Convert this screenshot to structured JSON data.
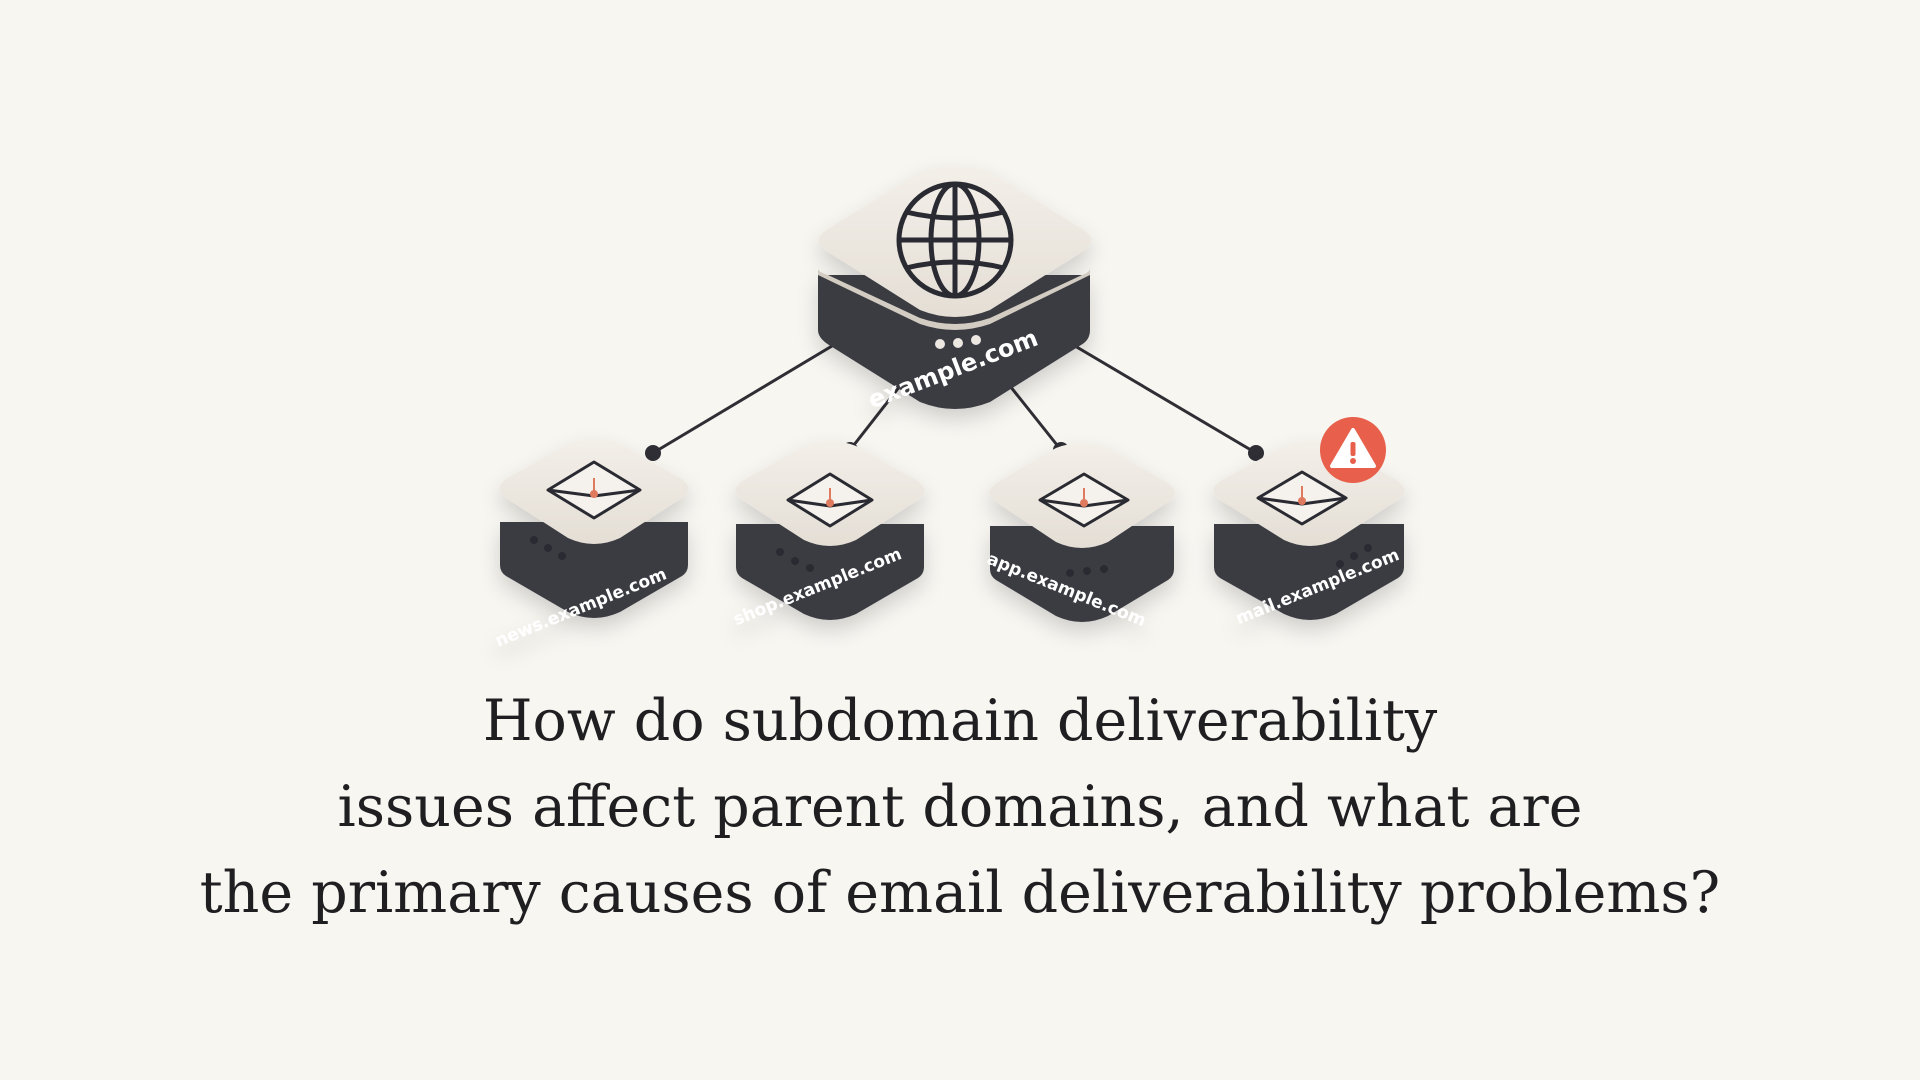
{
  "diagram": {
    "root": {
      "label": "example.com",
      "icon": "globe-icon"
    },
    "children": [
      {
        "label": "news.example.com",
        "icon": "envelope-icon",
        "alert": false
      },
      {
        "label": "shop.example.com",
        "icon": "envelope-icon",
        "alert": false
      },
      {
        "label": "app.example.com",
        "icon": "envelope-icon",
        "alert": false
      },
      {
        "label": "mail.example.com",
        "icon": "envelope-icon",
        "alert": true,
        "alert_icon": "warning-icon"
      }
    ],
    "colors": {
      "background": "#f8f6f1",
      "tile_top": "#ece7e0",
      "tile_base": "#3b3b43",
      "connector": "#2e2e34",
      "alert": "#e8604c",
      "envelope_seal": "#e07a5f"
    }
  },
  "question": {
    "lines": [
      "How do subdomain deliverability",
      "issues affect parent domains, and what are",
      "the primary causes of email deliverability problems?"
    ]
  }
}
